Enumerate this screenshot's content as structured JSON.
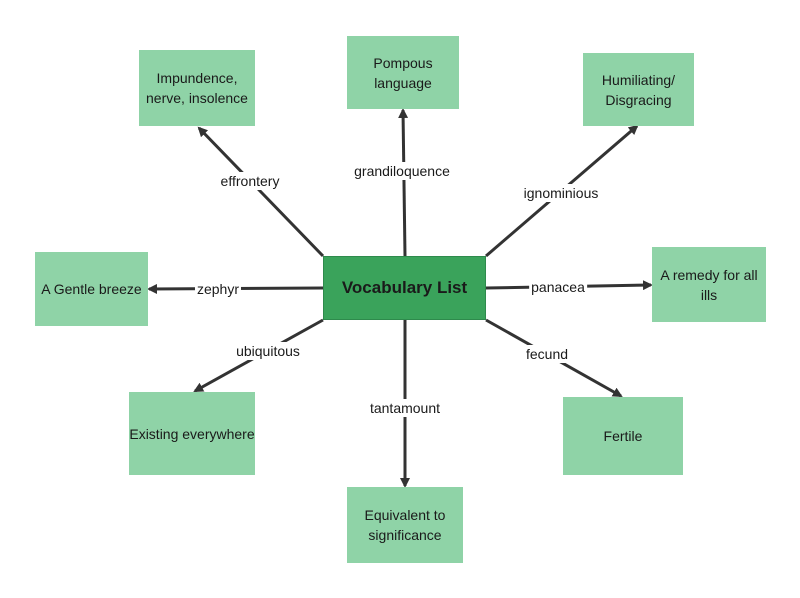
{
  "center": {
    "label": "Vocabulary List"
  },
  "terms": [
    {
      "word": "effrontery",
      "meaning": "Impundence, nerve, insolence"
    },
    {
      "word": "grandiloquence",
      "meaning": "Pompous language"
    },
    {
      "word": "ignominious",
      "meaning": "Humiliating/ Disgracing"
    },
    {
      "word": "zephyr",
      "meaning": "A Gentle breeze"
    },
    {
      "word": "panacea",
      "meaning": "A remedy for all ills"
    },
    {
      "word": "ubiquitous",
      "meaning": "Existing everywhere"
    },
    {
      "word": "tantamount",
      "meaning": "Equivalent to significance"
    },
    {
      "word": "fecund",
      "meaning": "Fertile"
    }
  ],
  "colors": {
    "center_fill": "#3aa35b",
    "leaf_fill": "#8fd3a7",
    "connector": "#333333"
  }
}
